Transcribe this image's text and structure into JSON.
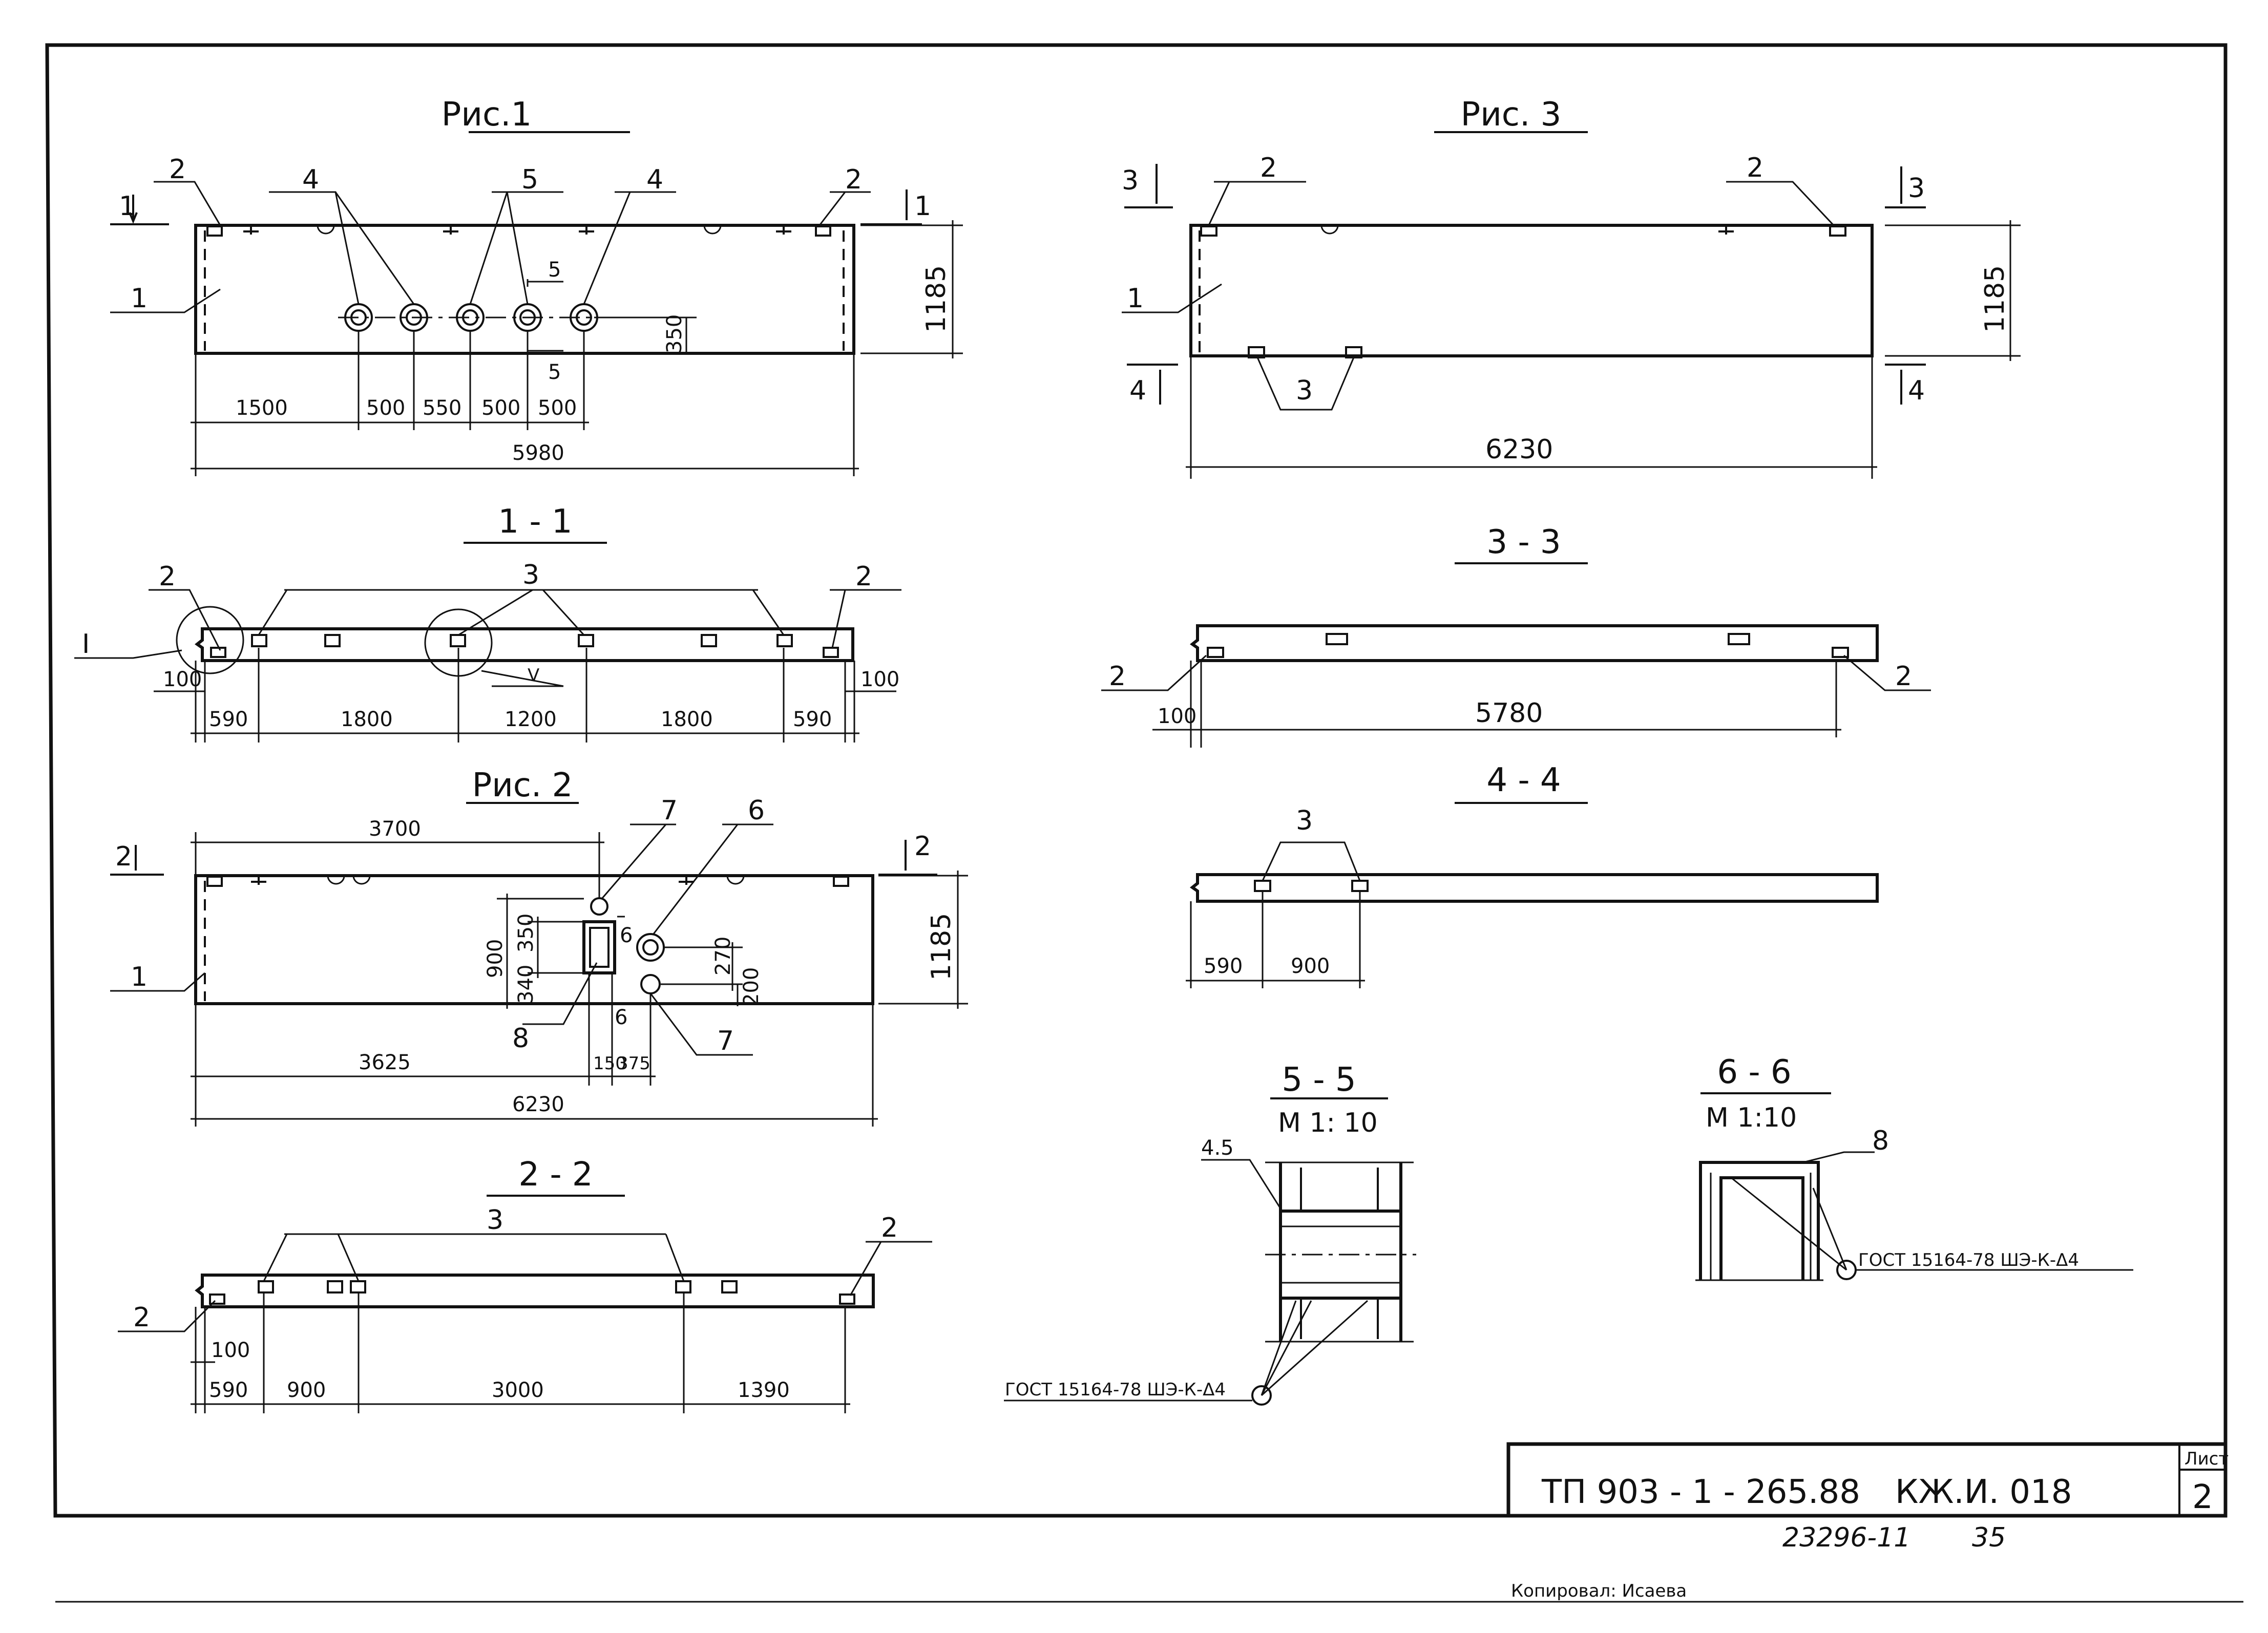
{
  "views": {
    "fig1": {
      "title": "Рис.1",
      "labels": [
        "2",
        "4",
        "5",
        "4",
        "2",
        "1"
      ],
      "cut_marks": [
        "1",
        "1",
        "5",
        "5"
      ],
      "dims_bottom": [
        "1500",
        "500",
        "550",
        "500",
        "500"
      ],
      "dim_total": "5980",
      "dim_height": "1185",
      "dim_hole": "350"
    },
    "sec11": {
      "title": "1 - 1",
      "labels": [
        "2",
        "3",
        "2",
        "I",
        "V"
      ],
      "dims_edge": [
        "100",
        "100"
      ],
      "dims": [
        "590",
        "1800",
        "1200",
        "1800",
        "590"
      ]
    },
    "fig2": {
      "title": "Рис. 2",
      "labels": [
        "7",
        "6",
        "1",
        "8",
        "7"
      ],
      "cut_marks": [
        "2",
        "2",
        "6",
        "6"
      ],
      "dim_top": "3700",
      "dims_vertical": [
        "900",
        "350",
        "340",
        "270",
        "200"
      ],
      "dims_bottom": [
        "3625",
        "150",
        "375"
      ],
      "dim_total": "6230",
      "dim_height": "1185"
    },
    "sec22": {
      "title": "2 - 2",
      "labels": [
        "3",
        "2",
        "2"
      ],
      "dim_edge": "100",
      "dims": [
        "590",
        "900",
        "3000",
        "1390"
      ]
    },
    "fig3": {
      "title": "Рис. 3",
      "labels": [
        "2",
        "2",
        "1",
        "3"
      ],
      "cut_marks": [
        "3",
        "3",
        "4",
        "4"
      ],
      "dim_height": "1185",
      "dim_total": "6230"
    },
    "sec33": {
      "title": "3 - 3",
      "labels": [
        "2",
        "2"
      ],
      "dim_edge": "100",
      "dim_total": "5780"
    },
    "sec44": {
      "title": "4 - 4",
      "labels": [
        "3"
      ],
      "dims": [
        "590",
        "900"
      ]
    },
    "sec55": {
      "title": "5 - 5",
      "scale": "М 1: 10",
      "label": "4.5",
      "note": "ГОСТ 15164-78 ШЭ-К-Δ4"
    },
    "sec66": {
      "title": "6 - 6",
      "scale": "М 1:10",
      "label": "8",
      "note": "ГОСТ 15164-78 ШЭ-К-Δ4"
    }
  },
  "title_block": {
    "code": "ТП 903 - 1 - 265.88",
    "mark": "КЖ.И. 018",
    "sheet_label": "Лист",
    "sheet_number": "2",
    "inventory": "23296-11",
    "format": "35"
  },
  "copied_by": "Копировал: Исаева"
}
